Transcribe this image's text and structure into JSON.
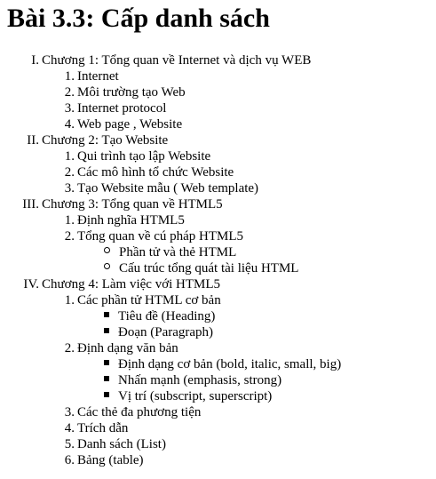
{
  "title": "Bài 3.3: Cấp danh sách",
  "chapters": [
    {
      "marker": "I.",
      "label": "Chương 1: Tổng quan về Internet và dịch vụ WEB",
      "items": [
        {
          "marker": "1.",
          "label": "Internet"
        },
        {
          "marker": "2.",
          "label": "Môi trường tạo Web"
        },
        {
          "marker": "3.",
          "label": "Internet protocol"
        },
        {
          "marker": "4.",
          "label": "Web page , Website"
        }
      ]
    },
    {
      "marker": "II.",
      "label": "Chương 2: Tạo Website",
      "items": [
        {
          "marker": "1.",
          "label": "Qui trình tạo lập Website"
        },
        {
          "marker": "2.",
          "label": "Các mô hình tổ chức Website"
        },
        {
          "marker": "3.",
          "label": "Tạo Website mẫu ( Web template)"
        }
      ]
    },
    {
      "marker": "III.",
      "label": "Chương 3: Tổng quan về HTML5",
      "items": [
        {
          "marker": "1.",
          "label": "Định nghĩa HTML5"
        },
        {
          "marker": "2.",
          "label": "Tổng quan về cú pháp HTML5",
          "bullet_style": "circle",
          "subitems": [
            {
              "label": "Phần tử và thẻ HTML"
            },
            {
              "label": "Cấu trúc tổng quát tài liệu HTML"
            }
          ]
        }
      ]
    },
    {
      "marker": "IV.",
      "label": "Chương 4: Làm việc với HTML5",
      "items": [
        {
          "marker": "1.",
          "label": "Các phần tử HTML cơ bản",
          "bullet_style": "square",
          "subitems": [
            {
              "label": "Tiêu đề (Heading)"
            },
            {
              "label": "Đoạn (Paragraph)"
            }
          ]
        },
        {
          "marker": "2.",
          "label": "Định dạng văn bản",
          "bullet_style": "square",
          "subitems": [
            {
              "label": "Định dạng cơ bản (bold, italic, small, big)"
            },
            {
              "label": "Nhấn mạnh (emphasis, strong)"
            },
            {
              "label": "Vị trí (subscript, superscript)"
            }
          ]
        },
        {
          "marker": "3.",
          "label": "Các thẻ đa phương tiện"
        },
        {
          "marker": "4.",
          "label": "Trích dẫn"
        },
        {
          "marker": "5.",
          "label": "Danh sách (List)"
        },
        {
          "marker": "6.",
          "label": "Bảng (table)"
        }
      ]
    }
  ]
}
